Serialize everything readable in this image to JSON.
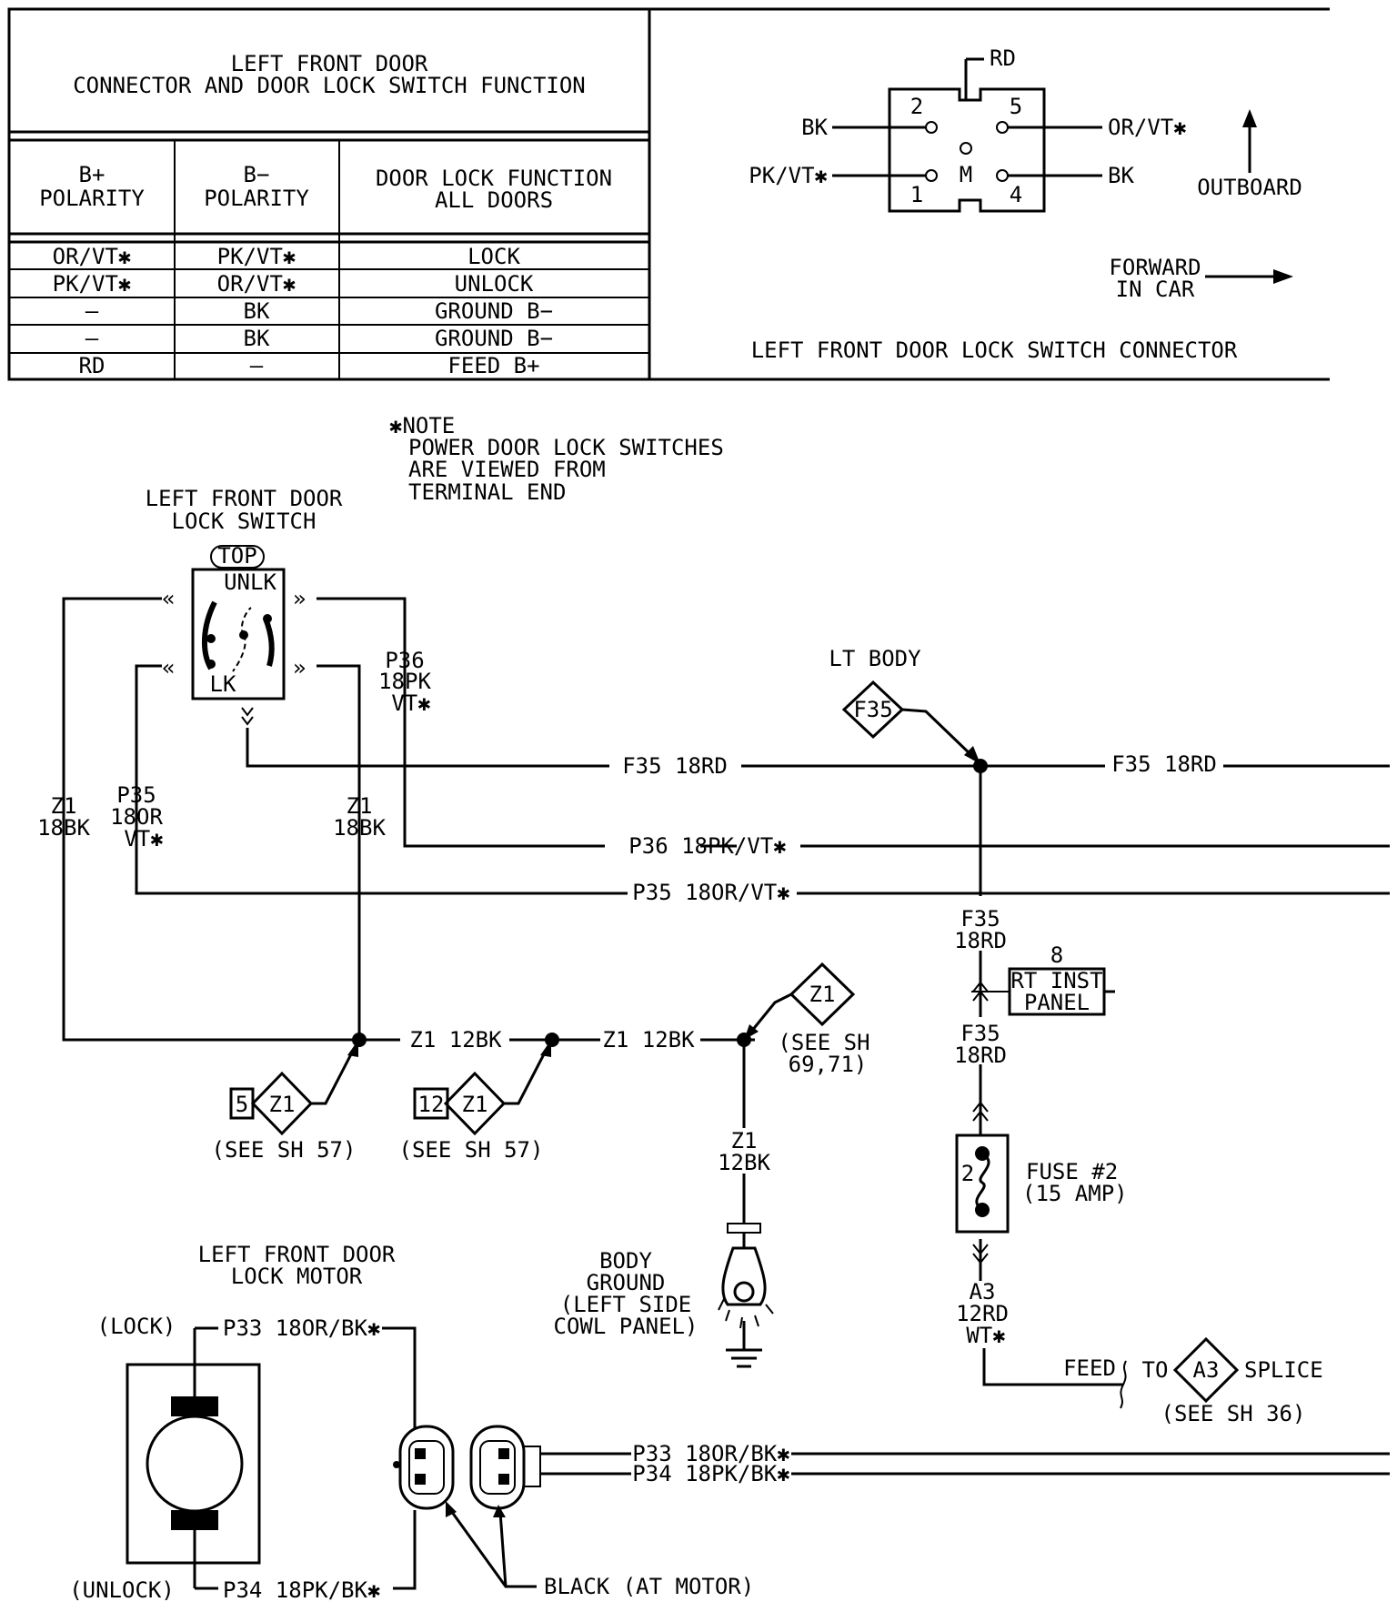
{
  "table": {
    "title_line1": "LEFT FRONT DOOR",
    "title_line2": "CONNECTOR AND DOOR LOCK SWITCH FUNCTION",
    "headers": [
      {
        "line1": "B+",
        "line2": "POLARITY"
      },
      {
        "line1": "B−",
        "line2": "POLARITY"
      },
      {
        "line1": "DOOR LOCK FUNCTION",
        "line2": "ALL DOORS"
      }
    ],
    "rows": [
      [
        "OR/VT✱",
        "PK/VT✱",
        "LOCK"
      ],
      [
        "PK/VT✱",
        "OR/VT✱",
        "UNLOCK"
      ],
      [
        "—",
        "BK",
        "GROUND B−"
      ],
      [
        "—",
        "BK",
        "GROUND B−"
      ],
      [
        "RD",
        "—",
        "FEED B+"
      ]
    ]
  },
  "connector_view": {
    "title": "LEFT FRONT DOOR LOCK SWITCH CONNECTOR",
    "pins": [
      "2",
      "5",
      "1",
      "4"
    ],
    "center_label": "M",
    "wires": {
      "top": "RD",
      "pin2": "BK",
      "pin1": "PK/VT✱",
      "pin5": "OR/VT✱",
      "pin4": "BK"
    },
    "outboard": "OUTBOARD",
    "forward_line1": "FORWARD",
    "forward_line2": "IN CAR"
  },
  "note": {
    "line1": "✱NOTE",
    "line2": "POWER DOOR LOCK SWITCHES",
    "line3": "ARE VIEWED FROM",
    "line4": "TERMINAL END"
  },
  "switch": {
    "title_line1": "LEFT FRONT DOOR",
    "title_line2": "LOCK SWITCH",
    "top": "TOP",
    "unlk": "UNLK",
    "lk": "LK"
  },
  "wires": {
    "p36_vert": [
      "P36",
      "18PK",
      "VT✱"
    ],
    "p35_vert": [
      "P35",
      "18OR",
      "VT✱"
    ],
    "z1_left": [
      "Z1",
      "18BK"
    ],
    "z1_right": [
      "Z1",
      "18BK"
    ],
    "f35_mid": "F35 18RD",
    "f35_right": "F35 18RD",
    "p36_horiz": "P36 18PK/VT✱",
    "p35_horiz": "P35 18OR/VT✱",
    "f35_vert1": [
      "F35",
      "18RD"
    ],
    "f35_vert2": [
      "F35",
      "18RD"
    ],
    "z1_12bk_1": "Z1 12BK",
    "z1_12bk_2": "Z1 12BK",
    "z1_vert": [
      "Z1",
      "12BK"
    ],
    "a3_vert": [
      "A3",
      "12RD",
      "WT✱"
    ],
    "p33_motor": "P33 18OR/BK✱",
    "p34_motor": "P34 18PK/BK✱",
    "p33_right": "P33 18OR/BK✱",
    "p34_right": "P34 18PK/BK✱"
  },
  "references": {
    "lt_body": "LT BODY",
    "f35_tag": "F35",
    "z1_tag": "Z1",
    "z1_see": [
      "(SEE SH",
      "69,71)"
    ],
    "splice5_num": "5",
    "splice5_tag": "Z1",
    "splice5_see": "(SEE SH 57)",
    "splice12_num": "12",
    "splice12_tag": "Z1",
    "splice12_see": "(SEE SH 57)",
    "rt_inst_num": "8",
    "rt_inst": [
      "RT INST",
      "PANEL"
    ],
    "fuse_num": "2",
    "fuse": [
      "FUSE #2",
      "(15 AMP)"
    ],
    "feed": "FEED",
    "to": "TO",
    "a3_tag": "A3",
    "splice": "SPLICE",
    "a3_see": "(SEE SH 36)"
  },
  "body_ground": [
    "BODY",
    "GROUND",
    "(LEFT SIDE",
    "COWL PANEL)"
  ],
  "motor": {
    "title_line1": "LEFT FRONT DOOR",
    "title_line2": "LOCK MOTOR",
    "lock": "(LOCK)",
    "unlock": "(UNLOCK)",
    "connector_label": "BLACK (AT MOTOR)"
  }
}
